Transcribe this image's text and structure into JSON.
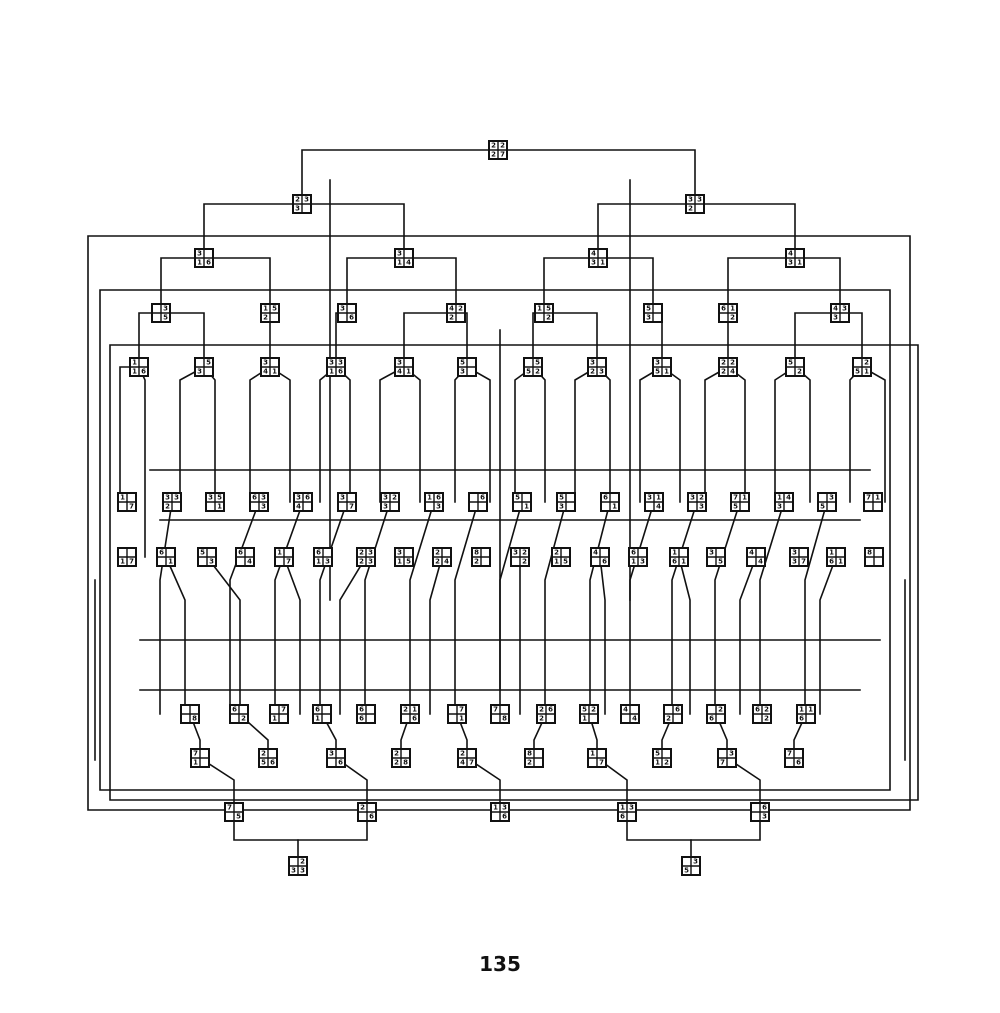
{
  "page_number": "135",
  "colors": {
    "ink": "#111111",
    "paper": "#ffffff"
  },
  "diagram": {
    "nodes": [
      {
        "id": "n0",
        "label": [
          "2",
          "2",
          "2",
          "7"
        ]
      },
      {
        "id": "n1",
        "label": [
          "2",
          "3",
          "3",
          ""
        ]
      },
      {
        "id": "n2",
        "label": [
          "3",
          "3",
          "2",
          ""
        ]
      },
      {
        "id": "n3",
        "label": [
          "3",
          "",
          "1",
          "6"
        ]
      },
      {
        "id": "n4",
        "label": [
          "3",
          "",
          "1",
          "4"
        ]
      },
      {
        "id": "n5",
        "label": [
          "4",
          "",
          "3",
          "1"
        ]
      },
      {
        "id": "n6",
        "label": [
          "4",
          "",
          "3",
          "1"
        ]
      },
      {
        "id": "n7",
        "label": [
          "",
          "3",
          "",
          "5"
        ]
      },
      {
        "id": "n8",
        "label": [
          "1",
          "5",
          "2",
          ""
        ]
      },
      {
        "id": "n9",
        "label": [
          "3",
          "",
          "",
          "6"
        ]
      },
      {
        "id": "n10",
        "label": [
          "4",
          "2",
          "2",
          ""
        ]
      },
      {
        "id": "n11",
        "label": [
          "1",
          "5",
          "",
          "2"
        ]
      },
      {
        "id": "n12",
        "label": [
          "5",
          "",
          "3",
          ""
        ]
      },
      {
        "id": "n13",
        "label": [
          "6",
          "1",
          "",
          "2"
        ]
      },
      {
        "id": "n14",
        "label": [
          "4",
          "3",
          "3",
          ""
        ]
      },
      {
        "id": "n15",
        "label": [
          "1",
          "",
          "1",
          "6"
        ]
      },
      {
        "id": "n16",
        "label": [
          "",
          "5",
          "3",
          ""
        ]
      },
      {
        "id": "n17",
        "label": [
          "3",
          "",
          "4",
          "1"
        ]
      },
      {
        "id": "n18",
        "label": [
          "3",
          "3",
          "1",
          "6"
        ]
      },
      {
        "id": "n19",
        "label": [
          "3",
          "",
          "4",
          "1"
        ]
      },
      {
        "id": "n20",
        "label": [
          "5",
          "",
          "3",
          ""
        ]
      },
      {
        "id": "n21",
        "label": [
          "",
          "5",
          "5",
          "2"
        ]
      },
      {
        "id": "n22",
        "label": [
          "3",
          "",
          "2",
          "3"
        ]
      },
      {
        "id": "n23",
        "label": [
          "3",
          "",
          "5",
          "1"
        ]
      },
      {
        "id": "n24",
        "label": [
          "2",
          "2",
          "2",
          "4"
        ]
      },
      {
        "id": "n25",
        "label": [
          "5",
          "",
          "",
          "2"
        ]
      },
      {
        "id": "n26",
        "label": [
          "",
          "2",
          "5",
          "1"
        ]
      },
      {
        "id": "n27",
        "label": [
          "1",
          "",
          "",
          "7"
        ]
      },
      {
        "id": "n28",
        "label": [
          "3",
          "3",
          "2",
          ""
        ]
      },
      {
        "id": "n29",
        "label": [
          "3",
          "5",
          "",
          "1"
        ]
      },
      {
        "id": "n30",
        "label": [
          "6",
          "3",
          "",
          "3"
        ]
      },
      {
        "id": "n31",
        "label": [
          "3",
          "6",
          "4",
          ""
        ]
      },
      {
        "id": "n32",
        "label": [
          "3",
          "",
          "",
          "7"
        ]
      },
      {
        "id": "n33",
        "label": [
          "3",
          "2",
          "3",
          ""
        ]
      },
      {
        "id": "n34",
        "label": [
          "1",
          "6",
          "",
          "3"
        ]
      },
      {
        "id": "n35",
        "label": [
          "",
          "6",
          "",
          ""
        ]
      },
      {
        "id": "n36",
        "label": [
          "5",
          "",
          "",
          "1"
        ]
      },
      {
        "id": "n37",
        "label": [
          "5",
          "",
          "3",
          ""
        ]
      },
      {
        "id": "n38",
        "label": [
          "6",
          "",
          "",
          "1"
        ]
      },
      {
        "id": "n39",
        "label": [
          "3",
          "1",
          "",
          "4"
        ]
      },
      {
        "id": "n40",
        "label": [
          "3",
          "2",
          "",
          "3"
        ]
      },
      {
        "id": "n41",
        "label": [
          "7",
          "1",
          "5",
          ""
        ]
      },
      {
        "id": "n42",
        "label": [
          "1",
          "4",
          "3",
          ""
        ]
      },
      {
        "id": "n43",
        "label": [
          "",
          "3",
          "5",
          ""
        ]
      },
      {
        "id": "n44",
        "label": [
          "7",
          "1",
          "",
          ""
        ]
      },
      {
        "id": "n45",
        "label": [
          "",
          "",
          "1",
          "7"
        ]
      },
      {
        "id": "n46",
        "label": [
          "6",
          "",
          "",
          "1"
        ]
      },
      {
        "id": "n47",
        "label": [
          "5",
          "",
          "",
          "3"
        ]
      },
      {
        "id": "n48",
        "label": [
          "6",
          "",
          "",
          "4"
        ]
      },
      {
        "id": "n49",
        "label": [
          "1",
          "",
          "",
          "7"
        ]
      },
      {
        "id": "n50",
        "label": [
          "6",
          "",
          "1",
          "3"
        ]
      },
      {
        "id": "n51",
        "label": [
          "2",
          "3",
          "2",
          "3"
        ]
      },
      {
        "id": "n52",
        "label": [
          "3",
          "",
          "1",
          "5"
        ]
      },
      {
        "id": "n53",
        "label": [
          "2",
          "",
          "2",
          "4"
        ]
      },
      {
        "id": "n54",
        "label": [
          "8",
          "",
          "2",
          ""
        ]
      },
      {
        "id": "n55",
        "label": [
          "3",
          "2",
          "",
          "2"
        ]
      },
      {
        "id": "n56",
        "label": [
          "2",
          "",
          "1",
          "5"
        ]
      },
      {
        "id": "n57",
        "label": [
          "4",
          "",
          "",
          "6"
        ]
      },
      {
        "id": "n58",
        "label": [
          "6",
          "",
          "1",
          "3"
        ]
      },
      {
        "id": "n59",
        "label": [
          "1",
          "",
          "6",
          "1"
        ]
      },
      {
        "id": "n60",
        "label": [
          "3",
          "",
          "",
          "5"
        ]
      },
      {
        "id": "n61",
        "label": [
          "4",
          "",
          "",
          "4"
        ]
      },
      {
        "id": "n62",
        "label": [
          "3",
          "",
          "3",
          "7"
        ]
      },
      {
        "id": "n63",
        "label": [
          "1",
          "",
          "6",
          "1"
        ]
      },
      {
        "id": "n64",
        "label": [
          "8",
          "",
          "",
          ""
        ]
      },
      {
        "id": "n65",
        "label": [
          "",
          "",
          "",
          "8"
        ]
      },
      {
        "id": "n66",
        "label": [
          "6",
          "",
          "",
          "2"
        ]
      },
      {
        "id": "n67",
        "label": [
          "",
          "7",
          "1",
          ""
        ]
      },
      {
        "id": "n68",
        "label": [
          "6",
          "",
          "1",
          ""
        ]
      },
      {
        "id": "n69",
        "label": [
          "6",
          "",
          "6",
          ""
        ]
      },
      {
        "id": "n70",
        "label": [
          "2",
          "1",
          "",
          "6"
        ]
      },
      {
        "id": "n71",
        "label": [
          "",
          "7",
          "",
          "1"
        ]
      },
      {
        "id": "n72",
        "label": [
          "7",
          "",
          "",
          "8"
        ]
      },
      {
        "id": "n73",
        "label": [
          "2",
          "6",
          "2",
          ""
        ]
      },
      {
        "id": "n74",
        "label": [
          "5",
          "2",
          "1",
          ""
        ]
      },
      {
        "id": "n75",
        "label": [
          "4",
          "",
          "",
          "4"
        ]
      },
      {
        "id": "n76",
        "label": [
          "",
          "6",
          "2",
          ""
        ]
      },
      {
        "id": "n77",
        "label": [
          "",
          "2",
          "6",
          ""
        ]
      },
      {
        "id": "n78",
        "label": [
          "6",
          "2",
          "",
          "2"
        ]
      },
      {
        "id": "n79",
        "label": [
          "1",
          "1",
          "6",
          ""
        ]
      },
      {
        "id": "n80",
        "label": [
          "7",
          "",
          "1",
          ""
        ]
      },
      {
        "id": "n81",
        "label": [
          "2",
          "",
          "5",
          "6"
        ]
      },
      {
        "id": "n82",
        "label": [
          "3",
          "",
          "",
          "6"
        ]
      },
      {
        "id": "n83",
        "label": [
          "2",
          "",
          "2",
          "8"
        ]
      },
      {
        "id": "n84",
        "label": [
          "2",
          "",
          "4",
          "7"
        ]
      },
      {
        "id": "n85",
        "label": [
          "8",
          "",
          "2",
          ""
        ]
      },
      {
        "id": "n86",
        "label": [
          "1",
          "",
          "",
          "7"
        ]
      },
      {
        "id": "n87",
        "label": [
          "5",
          "",
          "1",
          "2"
        ]
      },
      {
        "id": "n88",
        "label": [
          "",
          "3",
          "7",
          ""
        ]
      },
      {
        "id": "n89",
        "label": [
          "7",
          "",
          "",
          "6"
        ]
      },
      {
        "id": "n90",
        "label": [
          "7",
          "",
          "",
          "5"
        ]
      },
      {
        "id": "n91",
        "label": [
          "2",
          "",
          "",
          "6"
        ]
      },
      {
        "id": "n92",
        "label": [
          "1",
          "3",
          "",
          "6"
        ]
      },
      {
        "id": "n93",
        "label": [
          "1",
          "3",
          "6",
          ""
        ]
      },
      {
        "id": "n94",
        "label": [
          "",
          "6",
          "",
          "3"
        ]
      },
      {
        "id": "n95",
        "label": [
          "",
          "2",
          "3",
          "3"
        ]
      },
      {
        "id": "n96",
        "label": [
          "",
          "3",
          "5",
          ""
        ]
      }
    ]
  }
}
